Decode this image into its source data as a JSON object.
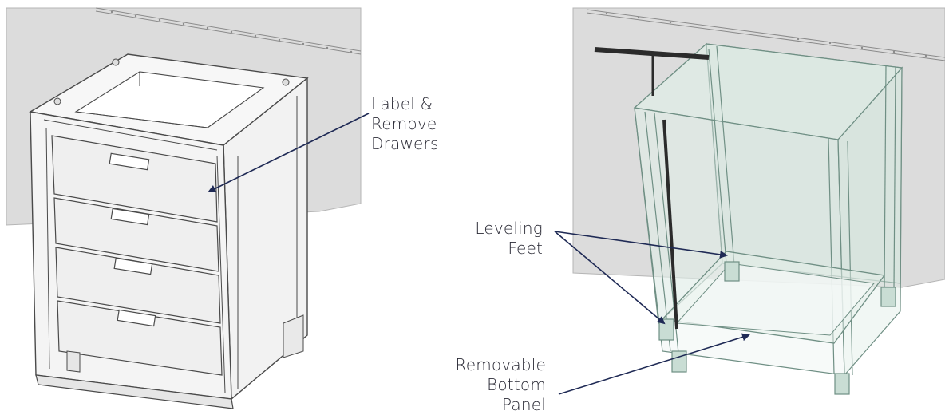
{
  "callouts": {
    "drawers": {
      "line1": "Label &",
      "line2": "Remove",
      "line3": "Drawers"
    },
    "feet": {
      "line1": "Leveling",
      "line2": "Feet"
    },
    "panel": {
      "line1": "Removable",
      "line2": "Bottom",
      "line3": "Panel"
    }
  },
  "colors": {
    "wall": "#dcdcdc",
    "wall_edge": "#b5b5b5",
    "cabinet_body": "#f4f4f4",
    "cabinet_line": "#4a4a4a",
    "glass": "#cfe3da",
    "glass_line": "#6f8f84",
    "arrow": "#1f2a55",
    "bar": "#2b2b2b"
  }
}
